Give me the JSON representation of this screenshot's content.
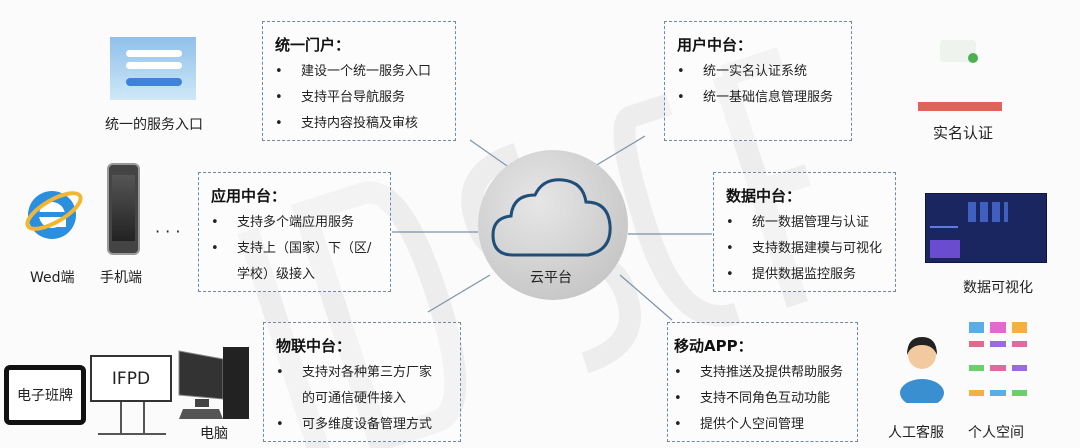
{
  "center": {
    "label": "云平台"
  },
  "boxes": {
    "portal": {
      "title": "统一门户：",
      "items": [
        "建设一个统一服务入口",
        "支持平台导航服务",
        "支持内容投稿及审核"
      ]
    },
    "user": {
      "title": "用户中台：",
      "items": [
        "统一实名认证系统",
        "统一基础信息管理服务"
      ]
    },
    "app": {
      "title": "应用中台：",
      "items": [
        "支持多个端应用服务",
        "支持上（国家）下（区/",
        "学校）级接入"
      ]
    },
    "data": {
      "title": "数据中台：",
      "items": [
        "统一数据管理与认证",
        "支持数据建模与可视化",
        "提供数据监控服务"
      ]
    },
    "iot": {
      "title": "物联中台：",
      "items": [
        "支持对各种第三方厂家",
        "的可通信硬件接入",
        "可多维度设备管理方式"
      ]
    },
    "mobile": {
      "title": "移动APP：",
      "items": [
        "支持推送及提供帮助服务",
        "支持不同角色互动功能",
        "提供个人空间管理"
      ]
    }
  },
  "labels": {
    "entry": "统一的服务入口",
    "web": "Wed端",
    "phone": "手机端",
    "dots": "· · ·",
    "tablet": "电子班牌",
    "ifpd": "IFPD",
    "pc": "电脑",
    "realname": "实名认证",
    "dataviz": "数据可视化",
    "agent": "人工客服",
    "space": "个人空间"
  },
  "colors": {
    "border": "#6f8aa6",
    "cloud_stroke": "#1f4e79",
    "confirm": "#e0635a",
    "dashboard": "#1a2660"
  }
}
